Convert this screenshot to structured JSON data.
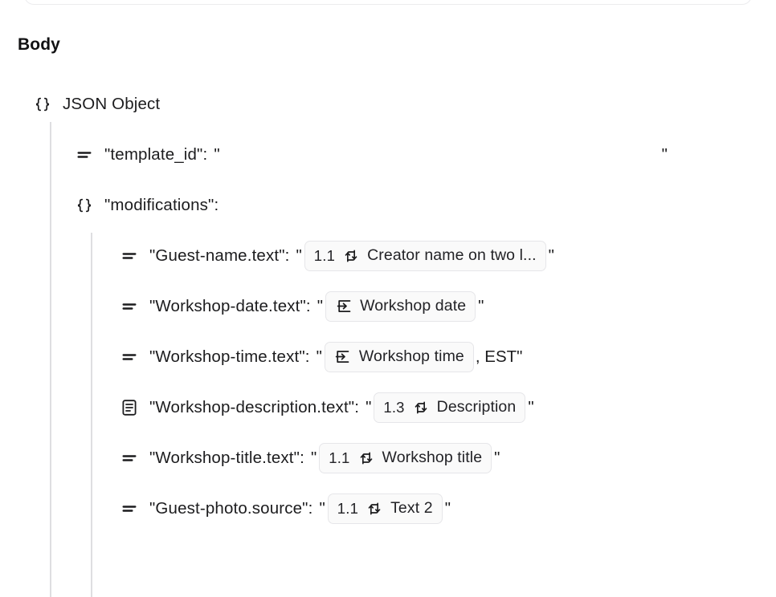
{
  "card": {
    "kind": "panel-edge"
  },
  "section": {
    "title": "Body"
  },
  "root": {
    "type_icon": "json-object-icon",
    "label": "JSON Object"
  },
  "fields": [
    {
      "type_icon": "string-type-icon",
      "key": "\"template_id\":",
      "open_quote": "\"",
      "value_kind": "empty",
      "close_quote": "\"",
      "trailing": ""
    },
    {
      "type_icon": "json-object-icon",
      "key": "\"modifications\":",
      "open_quote": "",
      "value_kind": "none",
      "close_quote": "",
      "trailing": ""
    }
  ],
  "modifications": [
    {
      "type_icon": "string-type-icon",
      "key": "\"Guest-name.text\":",
      "open_quote": "\"",
      "chip": {
        "num": "1.1",
        "icon": "swap-arrows-icon",
        "label": "Creator name on two l..."
      },
      "close_quote": "\"",
      "trailing": ""
    },
    {
      "type_icon": "string-type-icon",
      "key": "\"Workshop-date.text\":",
      "open_quote": "\"",
      "chip": {
        "num": "",
        "icon": "input-variable-icon",
        "label": "Workshop date"
      },
      "close_quote": "\"",
      "trailing": ""
    },
    {
      "type_icon": "string-type-icon",
      "key": "\"Workshop-time.text\":",
      "open_quote": "\"",
      "chip": {
        "num": "",
        "icon": "input-variable-icon",
        "label": "Workshop time"
      },
      "close_quote": "",
      "trailing": ", EST\""
    },
    {
      "type_icon": "long-text-icon",
      "key": "\"Workshop-description.text\":",
      "open_quote": "\"",
      "chip": {
        "num": "1.3",
        "icon": "swap-arrows-icon",
        "label": "Description"
      },
      "close_quote": "\"",
      "trailing": ""
    },
    {
      "type_icon": "string-type-icon",
      "key": "\"Workshop-title.text\":",
      "open_quote": "\"",
      "chip": {
        "num": "1.1",
        "icon": "swap-arrows-icon",
        "label": "Workshop title"
      },
      "close_quote": "\"",
      "trailing": ""
    },
    {
      "type_icon": "string-type-icon",
      "key": "\"Guest-photo.source\":",
      "open_quote": "\"",
      "chip": {
        "num": "1.1",
        "icon": "swap-arrows-icon",
        "label": "Text 2"
      },
      "close_quote": "\"",
      "trailing": ""
    }
  ],
  "colors": {
    "text": "#1c1c1e",
    "chip_bg": "#fafafa",
    "chip_border": "#e6e6e9",
    "guide_line": "#dedee1",
    "card_border": "#ececee"
  }
}
